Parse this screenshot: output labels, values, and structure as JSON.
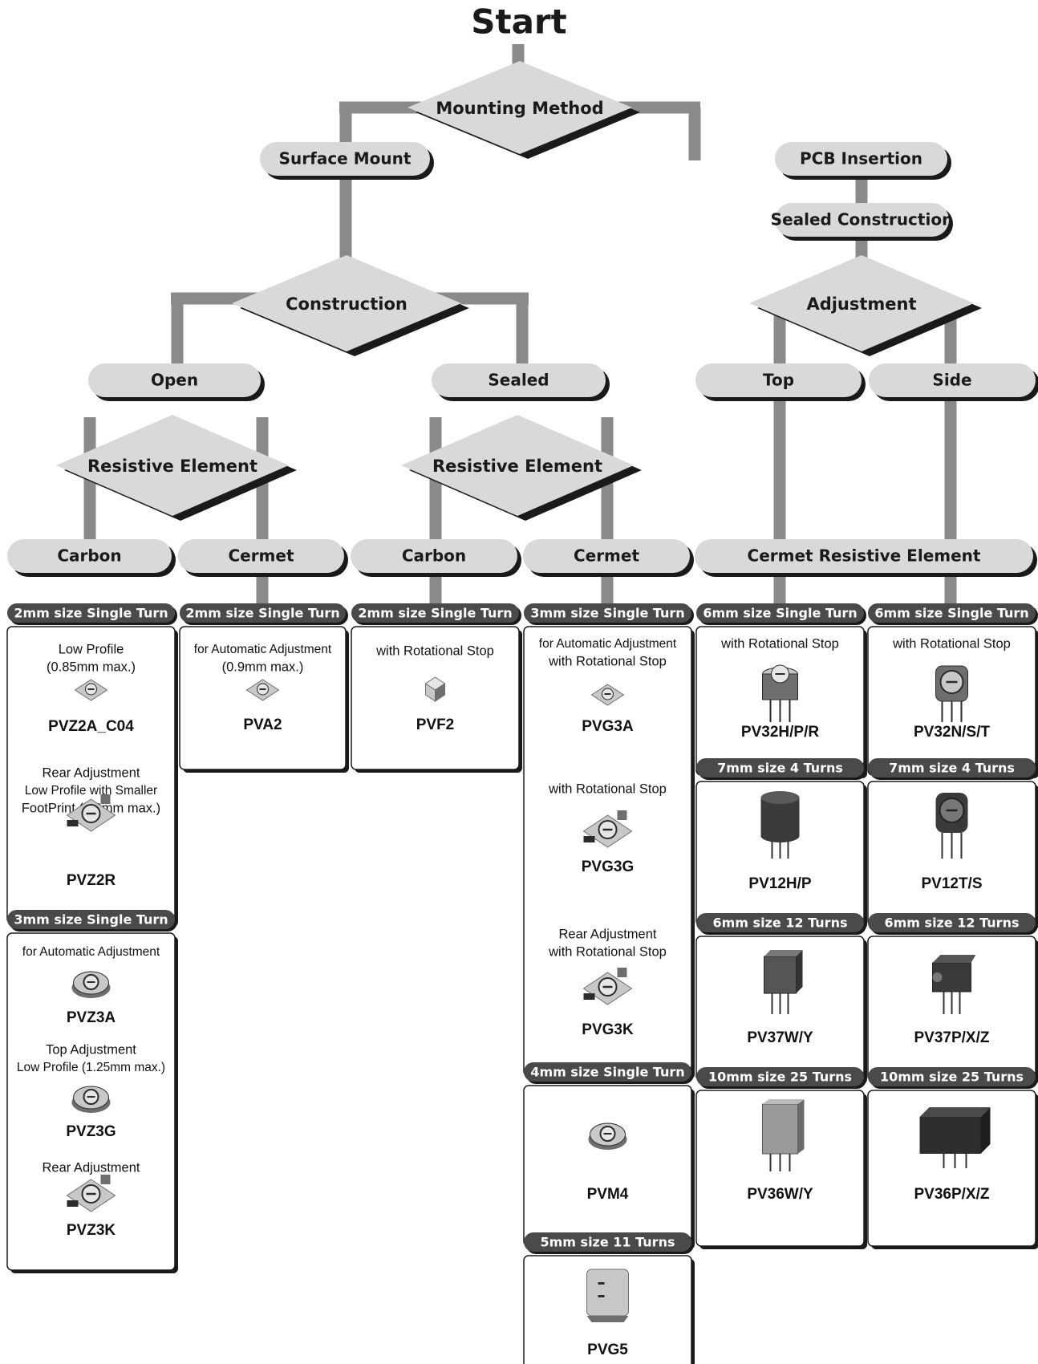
{
  "title": "Start",
  "decisions": {
    "mounting": "Mounting Method",
    "construction": "Construction",
    "adjustment": "Adjustment",
    "resistive_open": "Resistive Element",
    "resistive_sealed": "Resistive Element"
  },
  "options": {
    "surface_mount": "Surface Mount",
    "pcb_insertion": "PCB Insertion",
    "sealed_construction": "Sealed Construction",
    "open": "Open",
    "sealed": "Sealed",
    "top": "Top",
    "side": "Side",
    "carbon_1": "Carbon",
    "cermet_1": "Cermet",
    "carbon_2": "Carbon",
    "cermet_2": "Cermet",
    "cermet_resistive_element": "Cermet Resistive Element"
  },
  "products": [
    {
      "header": "2mm size Single Turn",
      "items": [
        {
          "desc": [
            "Low Profile",
            "(0.85mm max.)"
          ],
          "code": "PVZ2A_C04"
        },
        {
          "desc": [
            "Rear Adjustment",
            "Low Profile with Smaller",
            "FootPrint (0.9mm max.)"
          ],
          "code": "PVZ2R"
        }
      ]
    },
    {
      "header": "3mm size Single Turn",
      "items": [
        {
          "desc": [
            "for Automatic Adjustment"
          ],
          "code": "PVZ3A"
        },
        {
          "desc": [
            "Top Adjustment",
            "Low Profile (1.25mm max.)"
          ],
          "code": "PVZ3G"
        },
        {
          "desc": [
            "Rear Adjustment"
          ],
          "code": "PVZ3K"
        }
      ]
    },
    {
      "header": "2mm size Single Turn",
      "items": [
        {
          "desc": [
            "for Automatic Adjustment",
            "(0.9mm max.)"
          ],
          "code": "PVA2"
        }
      ]
    },
    {
      "header": "2mm size Single Turn",
      "items": [
        {
          "desc": [
            "with Rotational Stop"
          ],
          "code": "PVF2"
        }
      ]
    },
    {
      "header": "3mm size Single Turn",
      "items": [
        {
          "desc": [
            "for Automatic Adjustment",
            "with Rotational Stop"
          ],
          "code": "PVG3A"
        },
        {
          "desc": [
            "with Rotational Stop"
          ],
          "code": "PVG3G"
        },
        {
          "desc": [
            "Rear Adjustment",
            "with Rotational Stop"
          ],
          "code": "PVG3K"
        }
      ]
    },
    {
      "header": "4mm size Single Turn",
      "items": [
        {
          "desc": [],
          "code": "PVM4"
        }
      ]
    },
    {
      "header": "5mm size 11 Turns",
      "items": [
        {
          "desc": [],
          "code": "PVG5"
        }
      ]
    },
    {
      "header": "6mm size Single Turn",
      "items": [
        {
          "desc": [
            "with Rotational Stop"
          ],
          "code": "PV32H/P/R"
        }
      ]
    },
    {
      "header": "6mm size Single Turn",
      "items": [
        {
          "desc": [
            "with Rotational Stop"
          ],
          "code": "PV32N/S/T"
        }
      ]
    },
    {
      "header": "7mm size 4 Turns",
      "items": [
        {
          "desc": [],
          "code": "PV12H/P"
        }
      ]
    },
    {
      "header": "7mm size 4 Turns",
      "items": [
        {
          "desc": [],
          "code": "PV12T/S"
        }
      ]
    },
    {
      "header": "6mm size 12 Turns",
      "items": [
        {
          "desc": [],
          "code": "PV37W/Y"
        }
      ]
    },
    {
      "header": "6mm size 12 Turns",
      "items": [
        {
          "desc": [],
          "code": "PV37P/X/Z"
        }
      ]
    },
    {
      "header": "10mm size 25 Turns",
      "items": [
        {
          "desc": [],
          "code": "PV36W/Y"
        }
      ]
    },
    {
      "header": "10mm size 25 Turns",
      "items": [
        {
          "desc": [],
          "code": "PV36P/X/Z"
        }
      ]
    }
  ],
  "colors": {
    "connector": "#8a8a8a",
    "node_fill": "#d9d9d9",
    "shadow": "#1a1a1a",
    "header_bg": "#4a4a4a"
  }
}
